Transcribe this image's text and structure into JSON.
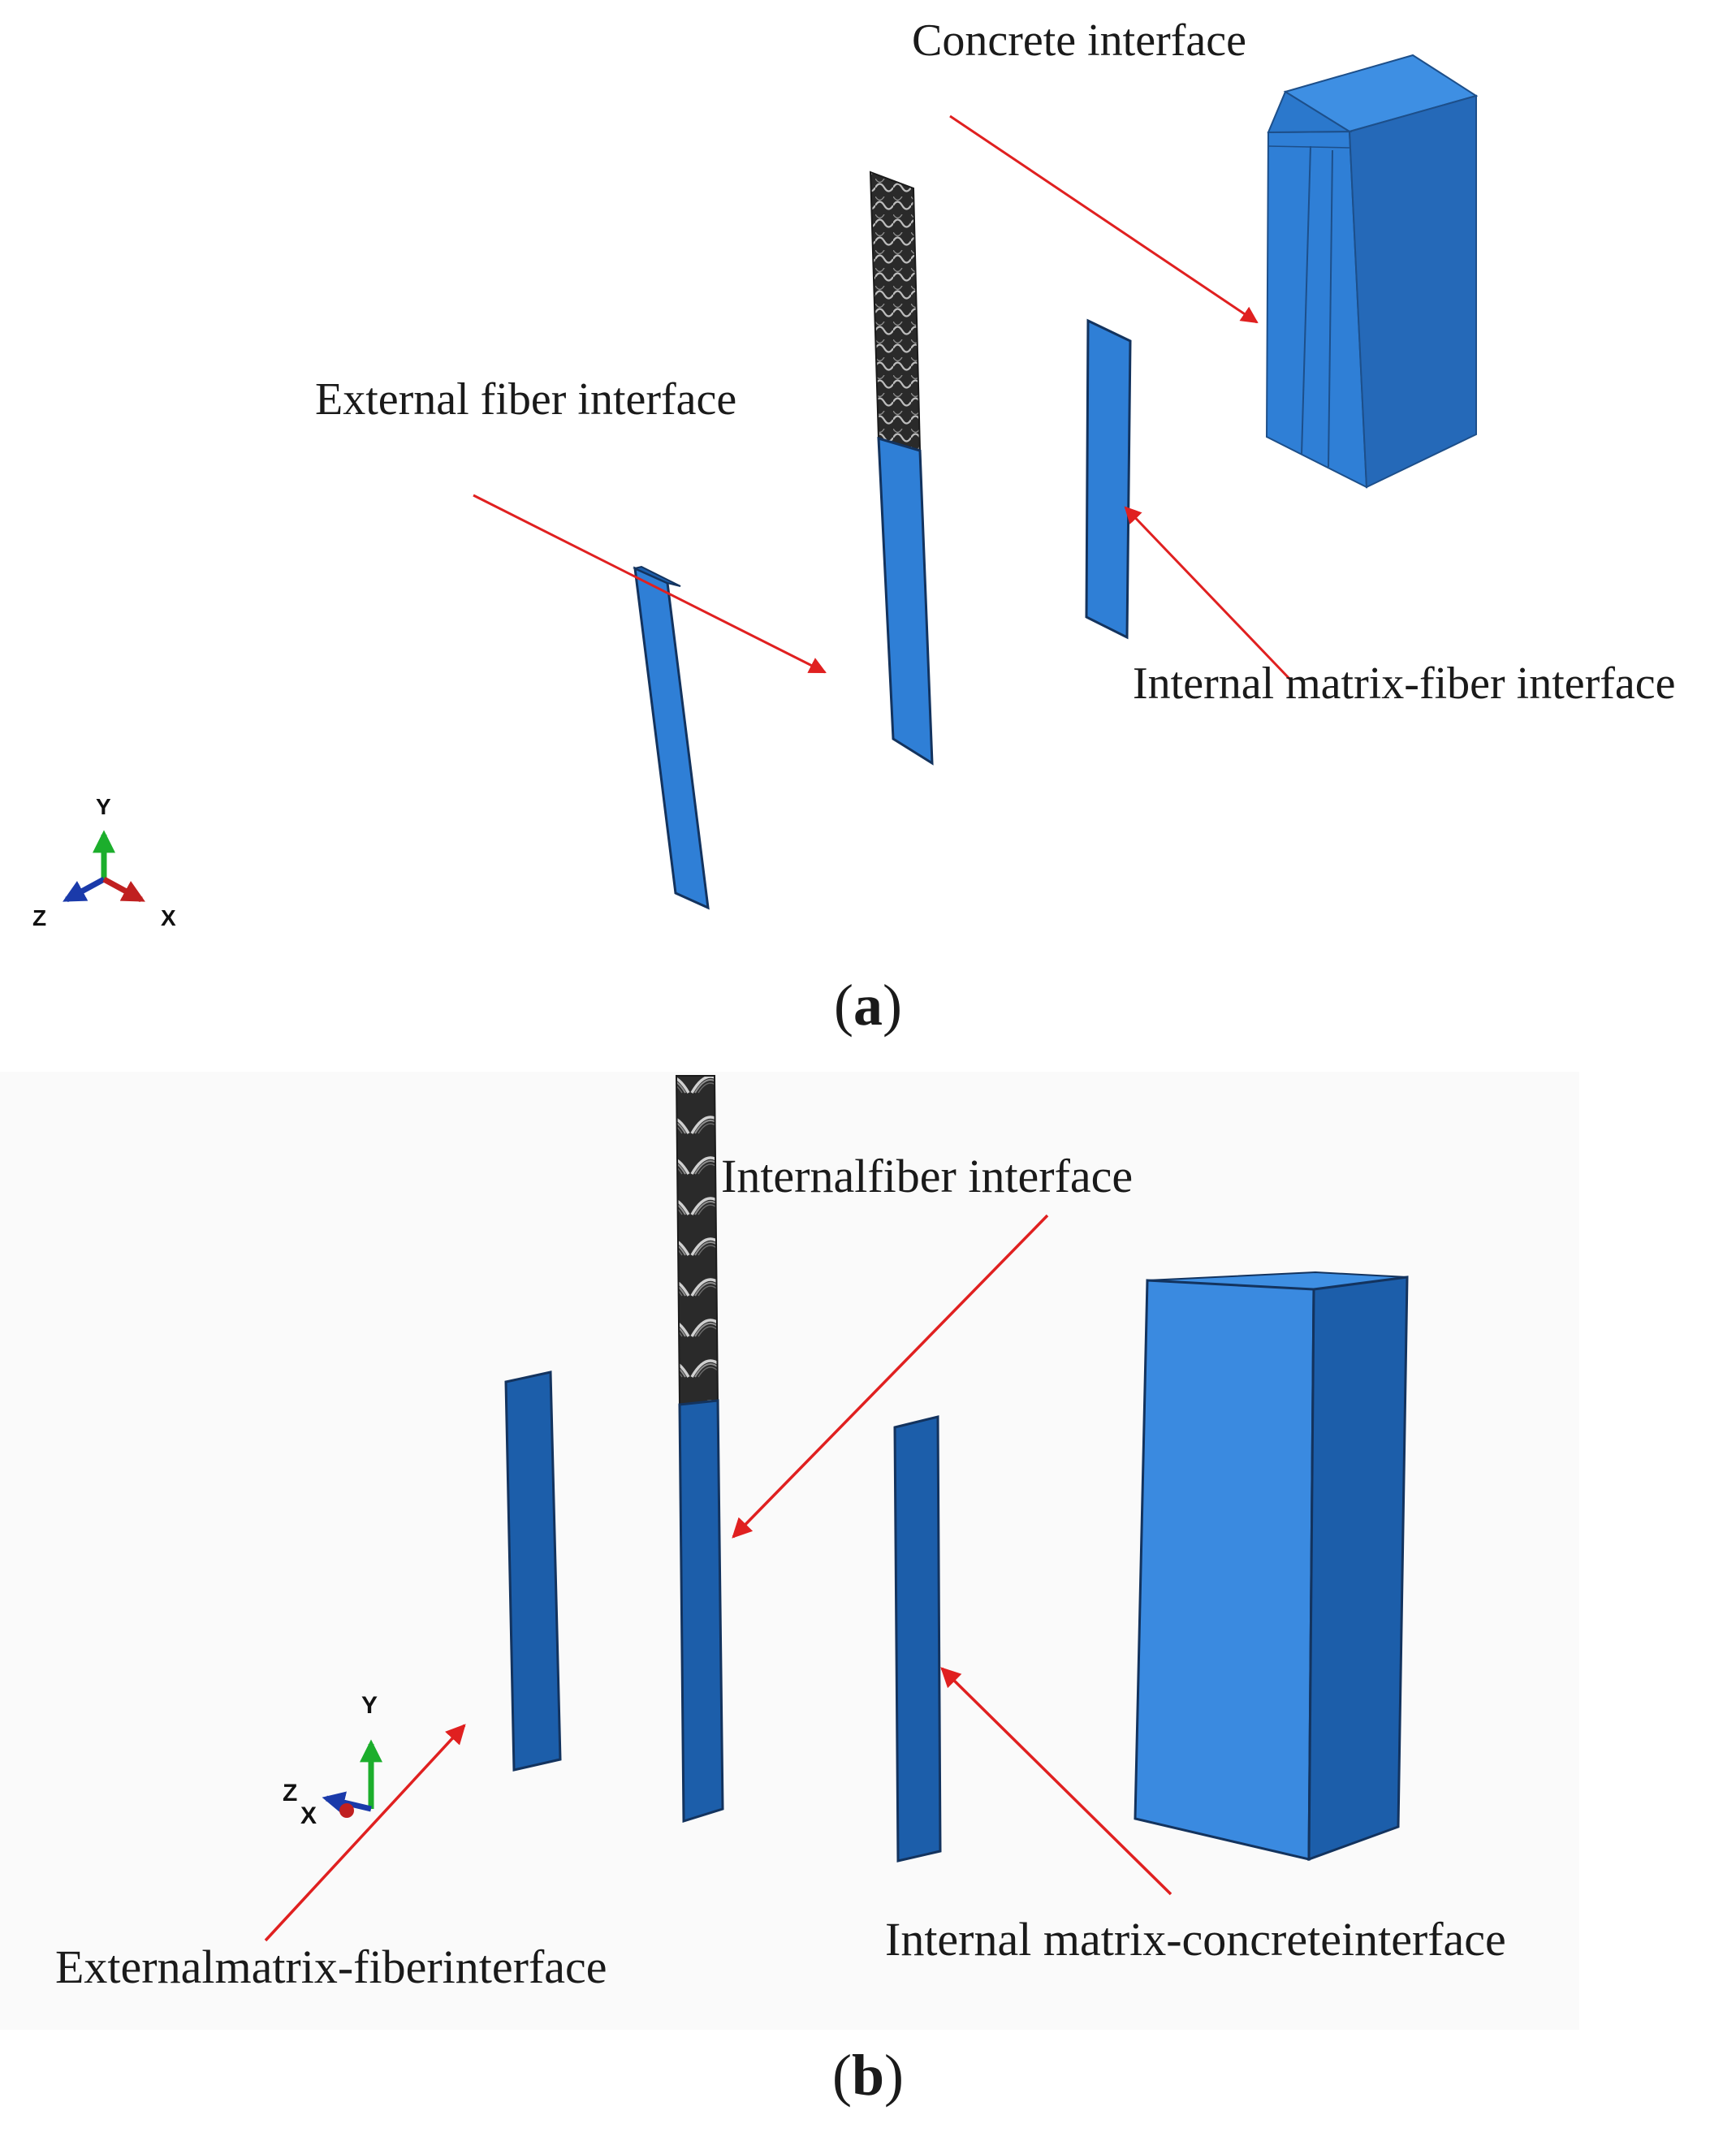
{
  "panel_a": {
    "caption_open": "(",
    "caption_letter": "a",
    "caption_close": ")",
    "labels": {
      "concrete": "Concrete interface",
      "external_fiber": "External fiber interface",
      "internal_matrix_fiber": "Internal matrix-fiber interface"
    },
    "triad": {
      "y": "Y",
      "z": "Z",
      "x": "X"
    }
  },
  "panel_b": {
    "caption_open": "(",
    "caption_letter": "b",
    "caption_close": ")",
    "labels": {
      "internal_fiber": "Internalfiber interface",
      "external_matrix_fiber": "Externalmatrix-fiberinterface",
      "internal_matrix_concrete": "Internal matrix-concreteinterface"
    },
    "triad": {
      "y": "Y",
      "z": "Z",
      "x": "X"
    }
  },
  "colors": {
    "face_light": "#3a8ae0",
    "face_mid": "#2a72c8",
    "face_dark": "#1c5eaa",
    "arrow": "#e02020",
    "fiber": "#2a2a2a",
    "axis_y": "#1cae2c",
    "axis_z": "#1a3aaa",
    "axis_x": "#c02020"
  }
}
